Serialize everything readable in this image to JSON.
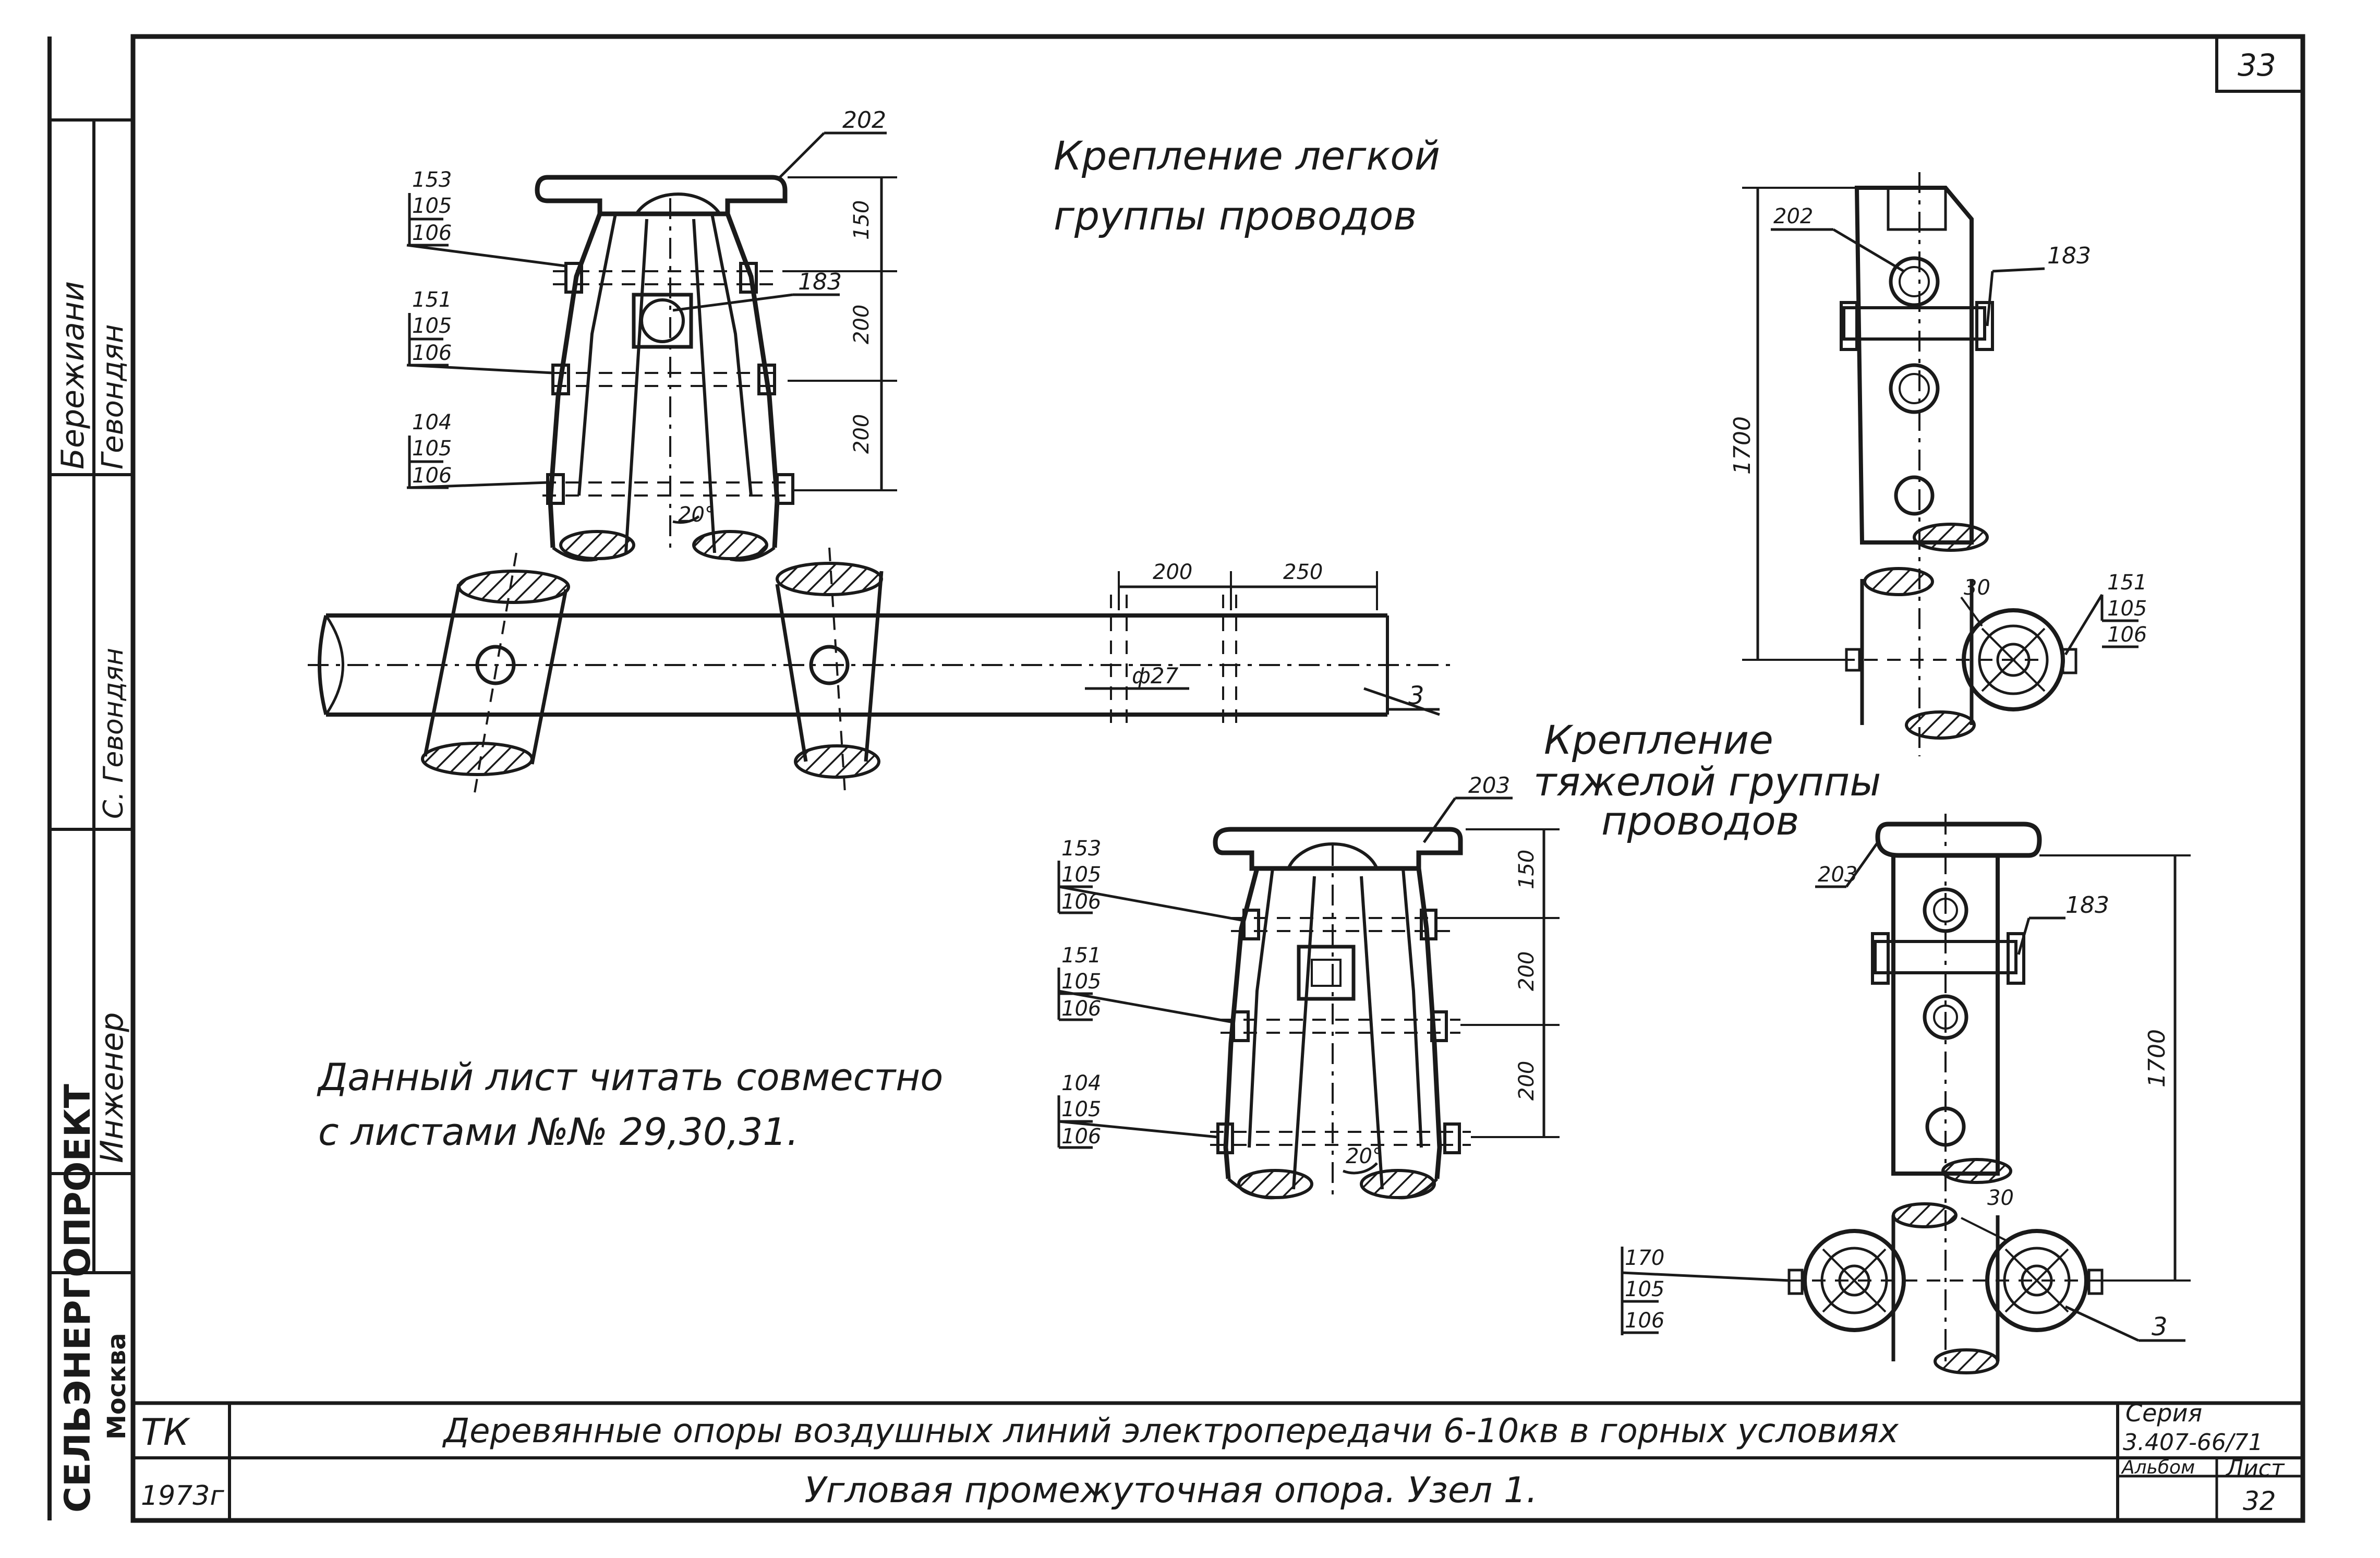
{
  "sheet_corner_number": "33",
  "side_strip": {
    "organization": "СЕЛЬЭНЕРГОПРОЕКТ",
    "city": "Москва",
    "roles": [
      "Инженер"
    ],
    "names": [
      "Бережиани",
      "Гевондян",
      "С. Гевондян"
    ]
  },
  "title_block": {
    "code": "ТК",
    "year": "1973г",
    "main_title": "Деревянные опоры воздушных линий электропередачи 6-10кв в горных условиях",
    "subtitle": "Угловая промежуточная опора. Узел 1.",
    "series_label": "Серия",
    "series_value": "3.407-66/71",
    "album_label": "Альбом",
    "sheet_label": "Лист",
    "sheet_value": "32"
  },
  "captions": {
    "light_group_line1": "Крепление легкой",
    "light_group_line2": "группы проводов",
    "heavy_group_line1": "Крепление",
    "heavy_group_line2": "тяжелой группы",
    "heavy_group_line3": "проводов",
    "note_line1": "Данный лист читать совместно",
    "note_line2": "с листами №№ 29,30,31."
  },
  "callouts_light": {
    "top_bracket": "202",
    "stack1": [
      "153",
      "105",
      "106"
    ],
    "stack2": [
      "151",
      "105",
      "106"
    ],
    "stack3": [
      "104",
      "105",
      "106"
    ],
    "center_plate": "183",
    "angle": "20°",
    "dims": [
      "150",
      "200",
      "200"
    ]
  },
  "callouts_crossarm": {
    "dims": [
      "200",
      "250"
    ],
    "hole": "ф27",
    "item": "3"
  },
  "callouts_light_side": {
    "top": "202",
    "plate": "183",
    "height": "1700",
    "angle": "30",
    "stack": [
      "151",
      "105",
      "106"
    ]
  },
  "callouts_heavy": {
    "top_bracket": "203",
    "stack1": [
      "153",
      "105",
      "106"
    ],
    "stack2": [
      "151",
      "105",
      "106"
    ],
    "stack3": [
      "104",
      "105",
      "106"
    ],
    "angle": "20°",
    "dims": [
      "150",
      "200",
      "200"
    ]
  },
  "callouts_heavy_side": {
    "top": "203",
    "plate": "183",
    "height": "1700",
    "angle": "30",
    "stack": [
      "170",
      "105",
      "106"
    ],
    "item": "3"
  }
}
